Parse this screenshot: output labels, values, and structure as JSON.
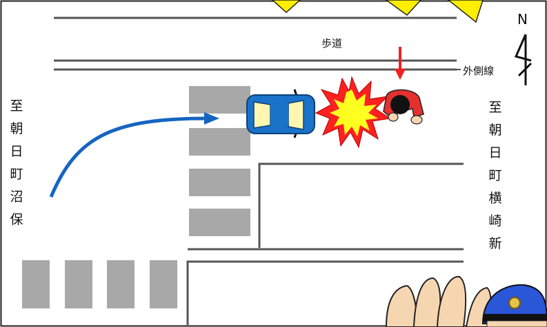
{
  "labels": {
    "sidewalk": "歩道",
    "outer_line": "外側線",
    "north": "N",
    "west_direction": [
      "至",
      "朝",
      "日",
      "町",
      "沼",
      "保"
    ],
    "east_direction": [
      "至",
      "朝",
      "日",
      "町",
      "横",
      "崎",
      "新"
    ]
  },
  "icons": [
    "compass-north-arrow-icon",
    "car-icon",
    "collision-burst-icon",
    "pedestrian-icon",
    "police-officer-icon",
    "flash-rays-icon"
  ],
  "colors": {
    "road_line": "#555555",
    "crosswalk": "#a8a8a8",
    "car_body": "#1a73c8",
    "car_roof": "#fff7b0",
    "burst_outer": "#ff2020",
    "burst_inner": "#ffff20",
    "arrow": "#1565c0",
    "warning_arrow": "#ee2222",
    "pedestrian_shirt": "#e53030"
  }
}
